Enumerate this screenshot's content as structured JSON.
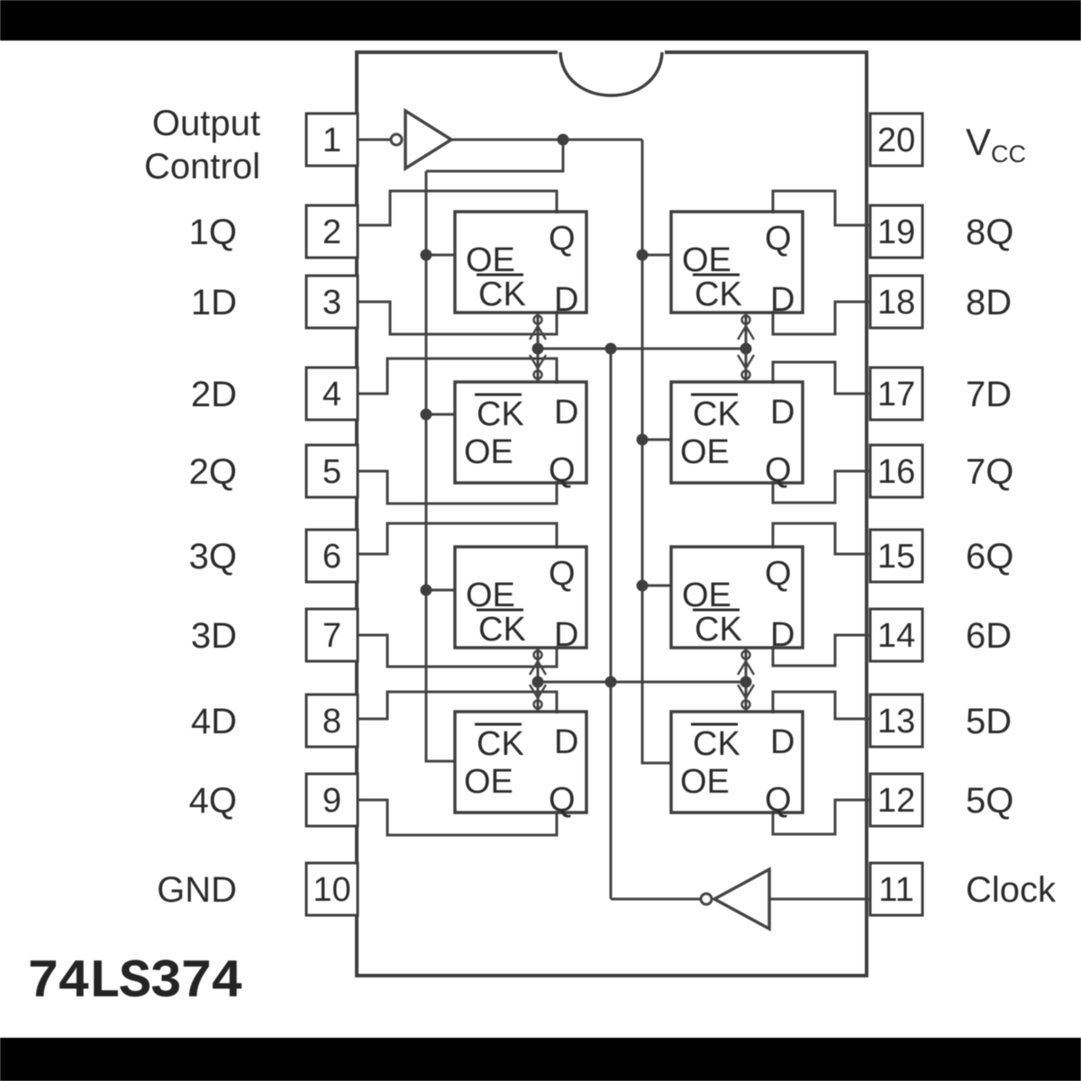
{
  "page": {
    "background": "#ffffff",
    "letterbox_color": "#000000"
  },
  "chip": {
    "part_number": "74LS374",
    "left_pins": [
      {
        "num": "1",
        "label": "Output Control",
        "label_lines": [
          "Output",
          "Control"
        ]
      },
      {
        "num": "2",
        "label": "1Q"
      },
      {
        "num": "3",
        "label": "1D"
      },
      {
        "num": "4",
        "label": "2D"
      },
      {
        "num": "5",
        "label": "2Q"
      },
      {
        "num": "6",
        "label": "3Q"
      },
      {
        "num": "7",
        "label": "3D"
      },
      {
        "num": "8",
        "label": "4D"
      },
      {
        "num": "9",
        "label": "4Q"
      },
      {
        "num": "10",
        "label": "GND"
      }
    ],
    "right_pins": [
      {
        "num": "20",
        "label": "Vcc",
        "label_main": "V",
        "label_sub": "CC"
      },
      {
        "num": "19",
        "label": "8Q"
      },
      {
        "num": "18",
        "label": "8D"
      },
      {
        "num": "17",
        "label": "7D"
      },
      {
        "num": "16",
        "label": "7Q"
      },
      {
        "num": "15",
        "label": "6Q"
      },
      {
        "num": "14",
        "label": "6D"
      },
      {
        "num": "13",
        "label": "5D"
      },
      {
        "num": "12",
        "label": "5Q"
      },
      {
        "num": "11",
        "label": "Clock"
      }
    ],
    "ff_labels": {
      "oe": "OE",
      "ck": "CK",
      "d": "D",
      "q": "Q"
    },
    "flipflops": [
      {
        "id": "ff1",
        "col": "left",
        "row": 0,
        "variant": "A"
      },
      {
        "id": "ff2",
        "col": "left",
        "row": 1,
        "variant": "B"
      },
      {
        "id": "ff3",
        "col": "left",
        "row": 2,
        "variant": "A"
      },
      {
        "id": "ff4",
        "col": "left",
        "row": 3,
        "variant": "B"
      },
      {
        "id": "ff8",
        "col": "right",
        "row": 0,
        "variant": "A"
      },
      {
        "id": "ff7",
        "col": "right",
        "row": 1,
        "variant": "B"
      },
      {
        "id": "ff6",
        "col": "right",
        "row": 2,
        "variant": "A"
      },
      {
        "id": "ff5",
        "col": "right",
        "row": 3,
        "variant": "B"
      }
    ],
    "colors": {
      "line": "#454545",
      "outline": "#3f3f3f",
      "text": "#2d2d2d",
      "fill": "#ffffff"
    }
  }
}
